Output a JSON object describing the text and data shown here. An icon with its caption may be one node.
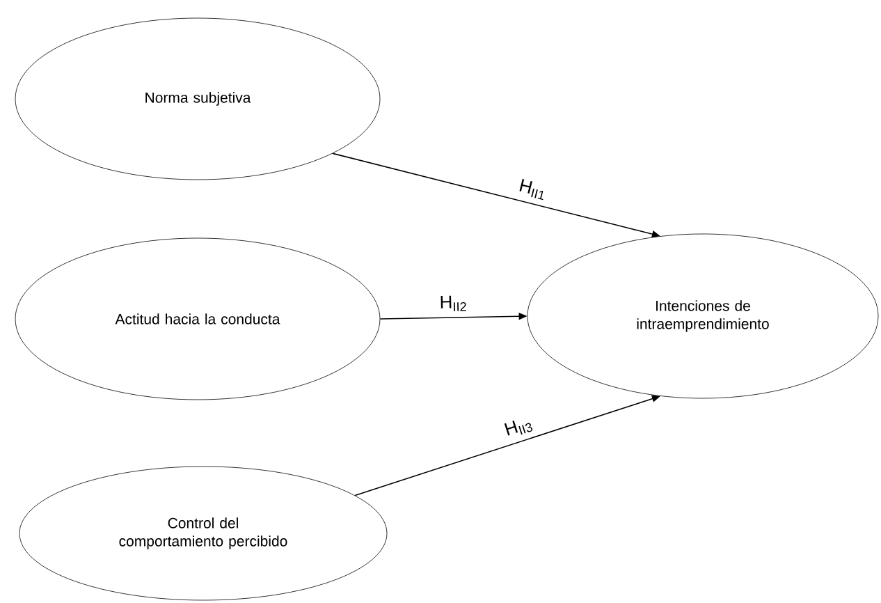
{
  "diagram": {
    "nodes": [
      {
        "text": [
          "Norma subjetiva"
        ]
      },
      {
        "text": [
          "Actitud hacia la conducta"
        ]
      },
      {
        "text": [
          "Control del comportamiento percibido"
        ]
      },
      {
        "text": [
          "Intenciones de intraemprendimiento"
        ]
      }
    ],
    "edges": [
      {
        "from": 0,
        "to": 3,
        "arrow": "to",
        "label": "H$_{II1}$"
      },
      {
        "from": 1,
        "to": 3,
        "arrow": "to",
        "label": "H$_{II2}$"
      },
      {
        "from": 2,
        "to": 3,
        "arrow": "to",
        "label": "H$_{II3}$"
      }
    ]
  }
}
